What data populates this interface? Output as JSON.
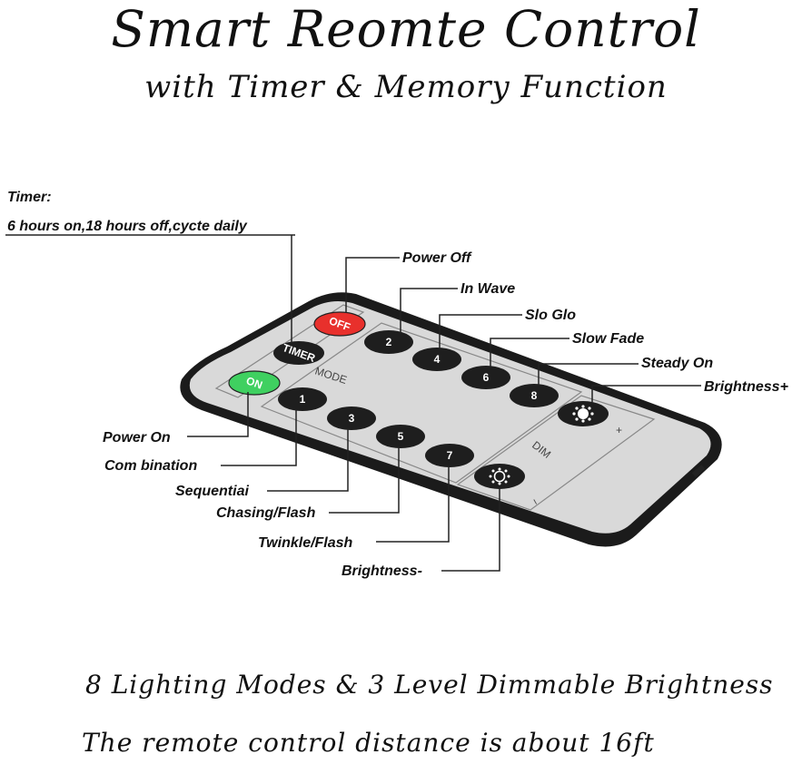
{
  "heading": {
    "title": "Smart Reomte Control",
    "subtitle": "with Timer & Memory Function"
  },
  "timer_note": {
    "label": "Timer:",
    "detail": "6 hours on,18 hours off,cycte daily"
  },
  "callouts": {
    "power_off": "Power Off",
    "in_wave": "In Wave",
    "slo_glo": "Slo Glo",
    "slow_fade": "Slow  Fade",
    "steady_on": "Steady On",
    "brightness_plus": "Brightness+",
    "power_on": "Power On",
    "combination": "Com bination",
    "sequential": "Sequentiai",
    "chasing_flash": "Chasing/Flash",
    "twinkle_flash": "Twinkle/Flash",
    "brightness_minus": "Brightness-"
  },
  "remote": {
    "off_label": "OFF",
    "on_label": "ON",
    "timer_label": "TIMER",
    "mode_label": "MODE",
    "dim_label": "DIM",
    "plus_label": "+",
    "minus_label": "−",
    "mode_buttons": [
      "1",
      "2",
      "3",
      "4",
      "5",
      "6",
      "7",
      "8"
    ],
    "colors": {
      "off": "#e8302c",
      "on": "#3fd060",
      "button": "#1e1e1e",
      "body": "#d9d9d9",
      "frame": "#1b1b1b"
    }
  },
  "footer": {
    "line1": "8 Lighting Modes & 3 Level Dimmable Brightness",
    "line2": "The remote control distance is about 16ft"
  }
}
